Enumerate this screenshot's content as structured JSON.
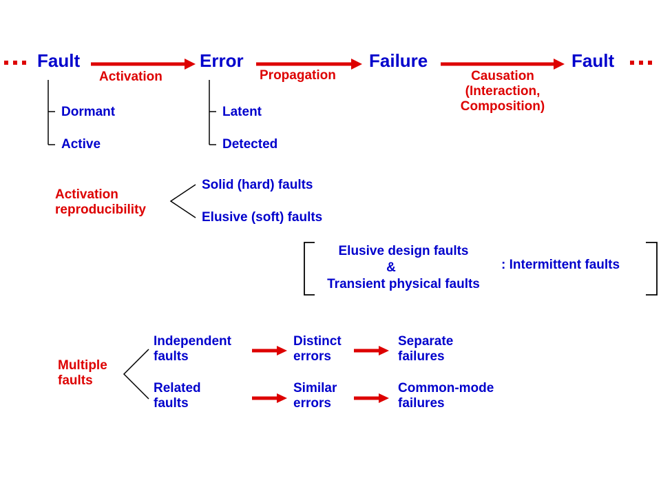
{
  "chain": {
    "ellipsis_left": "...",
    "ellipsis_right": "...",
    "fault1": "Fault",
    "error": "Error",
    "failure": "Failure",
    "fault2": "Fault",
    "activation": "Activation",
    "propagation": "Propagation",
    "causation": "Causation\n(Interaction,\nComposition)"
  },
  "fault_states": {
    "dormant": "Dormant",
    "active": "Active"
  },
  "error_states": {
    "latent": "Latent",
    "detected": "Detected"
  },
  "reproducibility": {
    "label": "Activation\nreproducibility",
    "solid": "Solid (hard) faults",
    "elusive": "Elusive (soft) faults"
  },
  "intermittent": {
    "line1": "Elusive design faults",
    "amp": "&",
    "line2": "Transient physical faults",
    "result": ": Intermittent faults"
  },
  "multiple": {
    "label": "Multiple\nfaults",
    "independent": "Independent\nfaults",
    "distinct": "Distinct\nerrors",
    "separate": "Separate\nfailures",
    "related": "Related\nfaults",
    "similar": "Similar\nerrors",
    "common": "Common-mode\nfailures"
  },
  "colors": {
    "blue": "#0000cc",
    "red": "#dd0000",
    "black": "#000000"
  }
}
